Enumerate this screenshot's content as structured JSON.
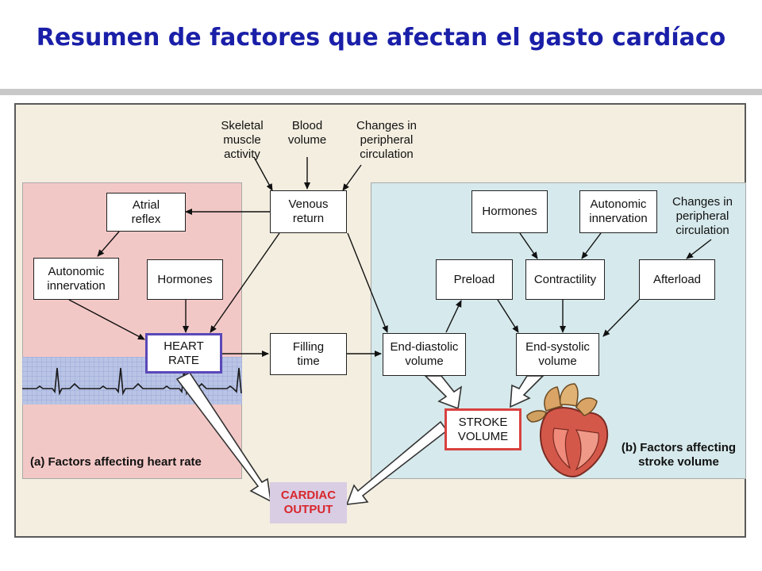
{
  "title": "Resumen de factores que afectan el gasto cardíaco",
  "inputs": {
    "skeletal": "Skeletal\nmuscle\nactivity",
    "blood": "Blood\nvolume",
    "peripheral_top": "Changes in\nperipheral\ncirculation",
    "peripheral_right": "Changes in\nperipheral\ncirculation"
  },
  "nodes": {
    "venous_return": "Venous\nreturn",
    "atrial_reflex": "Atrial\nreflex",
    "autonomic_a": "Autonomic\ninnervation",
    "hormones_a": "Hormones",
    "heart_rate": "HEART\nRATE",
    "filling_time": "Filling\ntime",
    "end_diastolic": "End-diastolic\nvolume",
    "hormones_b": "Hormones",
    "autonomic_b": "Autonomic\ninnervation",
    "preload": "Preload",
    "contractility": "Contractility",
    "afterload": "Afterload",
    "end_systolic": "End-systolic\nvolume",
    "stroke_volume": "STROKE\nVOLUME",
    "cardiac_output": "CARDIAC\nOUTPUT"
  },
  "panels": {
    "a_label": "(a) Factors affecting heart rate",
    "b_label": "(b) Factors affecting\nstroke volume"
  },
  "colors": {
    "title": "#1a1fa8",
    "panel_a": "#f2c8c6",
    "panel_b": "#d6e9ec",
    "background": "#f3eee0",
    "heart_rate_border": "#5948b8",
    "stroke_volume_border": "#d8423f",
    "cardiac_output_text": "#d8262b",
    "cardiac_output_fill": "#d9cde4"
  }
}
